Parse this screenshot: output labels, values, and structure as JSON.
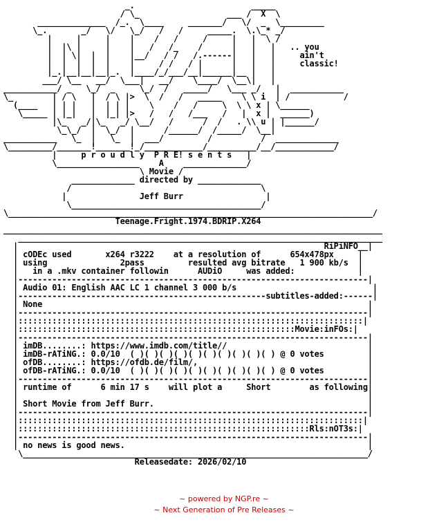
{
  "nfo_lines": [
    "                         _.                        _____",
    "                        / \\_                  ___ /  X  \\",
    "       ______________  /_.  \\____     _______/   \\/  _  \\_________",
    "      \\_.       _/   \\/   \\_/   /   /     _____.  \\.\\_* _/",
    "         |     |     |    |    /   /     /     |   |  \\ /",
    "         |  |\\ |     |    |   /   /_    /      |   |   |   .. you",
    "         |  | \\|  |  |    |__/   / /   /.------|   |   |     ain't",
    "         |  |  |  |  |    |     / /   / |      |   |   |     classic!",
    "         |_.|__|__|__|_.  |____/_/___/__|______|__ |   |",
    "        ___/ \\__   __/  \\___|   __/    \\____/  \\__\\|   |",
    "___________/ _   \\_/  _     \\_/  /   _____/   \\___ _/   |  ___________",
    "\\_        | / \\   |  / \\ |>  \\  /   /   _____    \\ \\ i  | /           /",
    "  (____   | | |   |  | | |    \\    /   /     \\  \\ \\ x | \\______",
    "   \\_____ | |_|   |  |_| |>   /   /   /___   /   |  x |  ______)",
    "          |\\_   _/|\\_   _/ \\__/   /      /  /   . \\\\ u | |______/",
    "           \\_\\_/  |  \\_/  |      /______/  /_____/  \\__|",
    "___________   \\_  |   \\_  |  ___/         /          /  _____________",
    "\\_________/_______!_______!_/____________/__________/__/____________/",
    "          |     p r o u d l y  P R E! s e n t s   |",
    "          \\_________________    A    _____________/",
    "                            \\ Movie /",
    "              _____________ directed by _____________",
    "             /                                       \\",
    "            |               Jeff Burr                 |",
    "             \\_______________________________________/",
    "\\___________________________________________________________________________/",
    "                       Teenage.Fright.1974.BDRIP.X264",
    "______________________________________________________________________________",
    "   ___________________________________________________________________________",
    "  |                                                               RiPiNFO__|",
    "  | cODEc used       x264 r3222    at a resolution of      654x478px     |",
    "  | using               2pass         resulted avg bitrate   1 900 kb/s  |",
    "  |   in a .mkv container followin      AUDiO     was added:             |",
    "  |------------------------------------------------------------------------|",
    "  | Audio 01: English AAC LC 1 channel 3 000 b/s                            |",
    "  |---------------------------------------------------subtitles-added:------|",
    "  | None                                                                   |",
    "  |------------------------------------------------------------------------|",
    "  |:::::::::::::::::::::::::::::::::::::::::::::::::::::::::::::::::::::::|",
    "  |:::::::::::::::::::::::::::::::::::::::::::::::::::::::::Movie:inFOs:|",
    "  |------------------------------------------------------------------------|",
    "  | imDB........: https://www.imdb.com/title//                             |",
    "  | imDB-rATiNG.: 0.0/10  ( )( )( )( )( )( )( )( )( )( ) @ 0 votes         |",
    "  | ofDB........: https://ofdb.de/film/,                                   |",
    "  | ofDB-rATiNG.: 0.0/10  ( )( )( )( )( )( )( )( )( )( ) @ 0 votes         |",
    "  |------------------------------------------------------------------------|",
    "  | runtime of      6 min 17 s    will plot a     Short        as following|",
    "  |                                                                        |",
    "  | Short Movie from Jeff Burr.                                            |",
    "  |------------------------------------------------------------------------|",
    "  |:::::::::::::::::::::::::::::::::::::::::::::::::::::::::::::::::::::::|",
    "  |::::::::::::::::::::::::::::::::::::::::::::::::::::::::::::Rls:nOT3s:|",
    "  |------------------------------------------------------------------------|",
    "  | no news is good news.                                                  |",
    "   \\_______________________________________________________________________/",
    "                           Releasedate: 2026/02/10"
  ],
  "footer": {
    "line1": "~ powered by NGP.re ~",
    "line2": "~ Next Generation of Pre Releases ~"
  }
}
